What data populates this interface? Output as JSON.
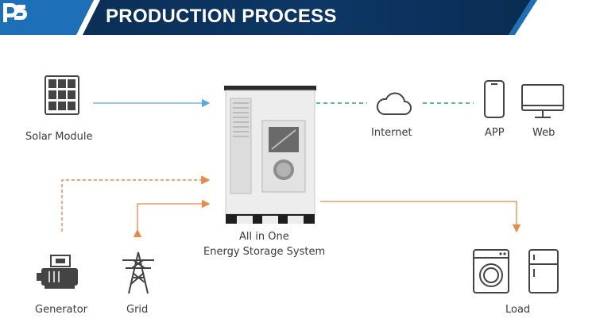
{
  "header": {
    "title": "PRODUCTION PROCESS",
    "logo_icon": "ds-logo-icon",
    "colors": {
      "banner": "#0b2f56",
      "banner_accent": "#1f6fb5"
    }
  },
  "diagram": {
    "nodes": {
      "solar_module": {
        "label": "Solar Module",
        "icon": "solar-panel-icon"
      },
      "internet": {
        "label": "Internet",
        "icon": "cloud-icon"
      },
      "app": {
        "label": "APP",
        "icon": "smartphone-icon"
      },
      "web": {
        "label": "Web",
        "icon": "monitor-icon"
      },
      "ess": {
        "label_line1": "All in One",
        "label_line2": "Energy Storage System",
        "icon": "energy-storage-cabinet-icon"
      },
      "generator": {
        "label": "Generator",
        "icon": "generator-icon"
      },
      "grid": {
        "label": "Grid",
        "icon": "power-tower-icon"
      },
      "load": {
        "label": "Load",
        "icon": "appliances-icon"
      }
    },
    "colors": {
      "solar_flow": "#5aa9e0",
      "data_link": "#2a9d8f",
      "power_flow": "#e8884a"
    }
  }
}
